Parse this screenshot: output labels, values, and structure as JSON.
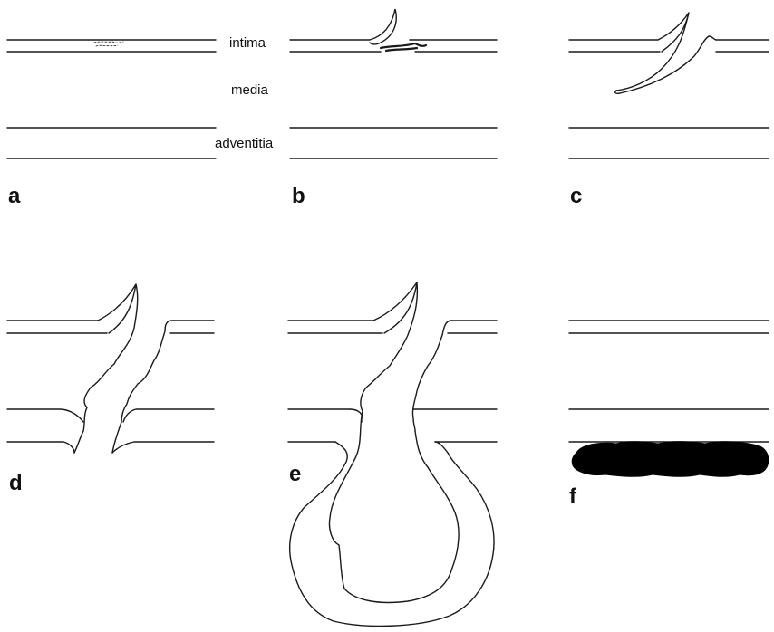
{
  "layer_labels": {
    "intima": "intima",
    "media": "media",
    "adventitia": "adventitia"
  },
  "panels": [
    {
      "id": "a",
      "letter": "a"
    },
    {
      "id": "b",
      "letter": "b"
    },
    {
      "id": "c",
      "letter": "c"
    },
    {
      "id": "d",
      "letter": "d"
    },
    {
      "id": "e",
      "letter": "e"
    },
    {
      "id": "f",
      "letter": "f"
    }
  ],
  "colors": {
    "line": "#1a1a1a",
    "hematoma": "#000000",
    "background": "#ffffff"
  }
}
